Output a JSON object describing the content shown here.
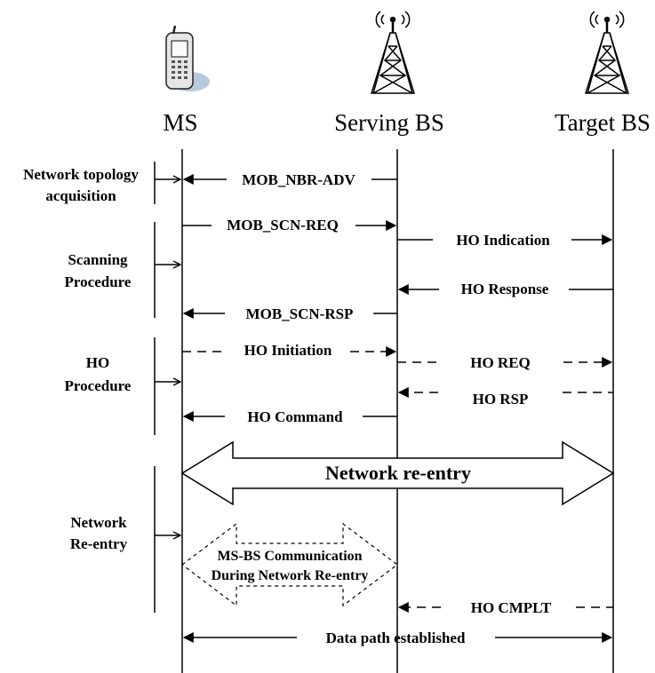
{
  "entities": {
    "ms": "MS",
    "serving_bs": "Serving BS",
    "target_bs": "Target BS"
  },
  "phases": {
    "topology_line1": "Network topology",
    "topology_line2": "acquisition",
    "scanning_line1": "Scanning",
    "scanning_line2": "Procedure",
    "ho_line1": "HO",
    "ho_line2": "Procedure",
    "reentry_line1": "Network",
    "reentry_line2": "Re-entry"
  },
  "messages": {
    "mob_nbr_adv": "MOB_NBR-ADV",
    "mob_scn_req": "MOB_SCN-REQ",
    "ho_indication": "HO Indication",
    "ho_response": "HO Response",
    "mob_scn_rsp": "MOB_SCN-RSP",
    "ho_initiation": "HO Initiation",
    "ho_req": "HO REQ",
    "ho_rsp": "HO RSP",
    "ho_command": "HO Command",
    "network_reentry": "Network re-entry",
    "ms_bs_comm_line1": "MS-BS Communication",
    "ms_bs_comm_line2": "During Network Re-entry",
    "ho_cmplt": "HO CMPLT",
    "data_path": "Data path established"
  },
  "icons": [
    "mobile-phone-icon",
    "serving-bs-tower-icon",
    "target-bs-tower-icon"
  ]
}
